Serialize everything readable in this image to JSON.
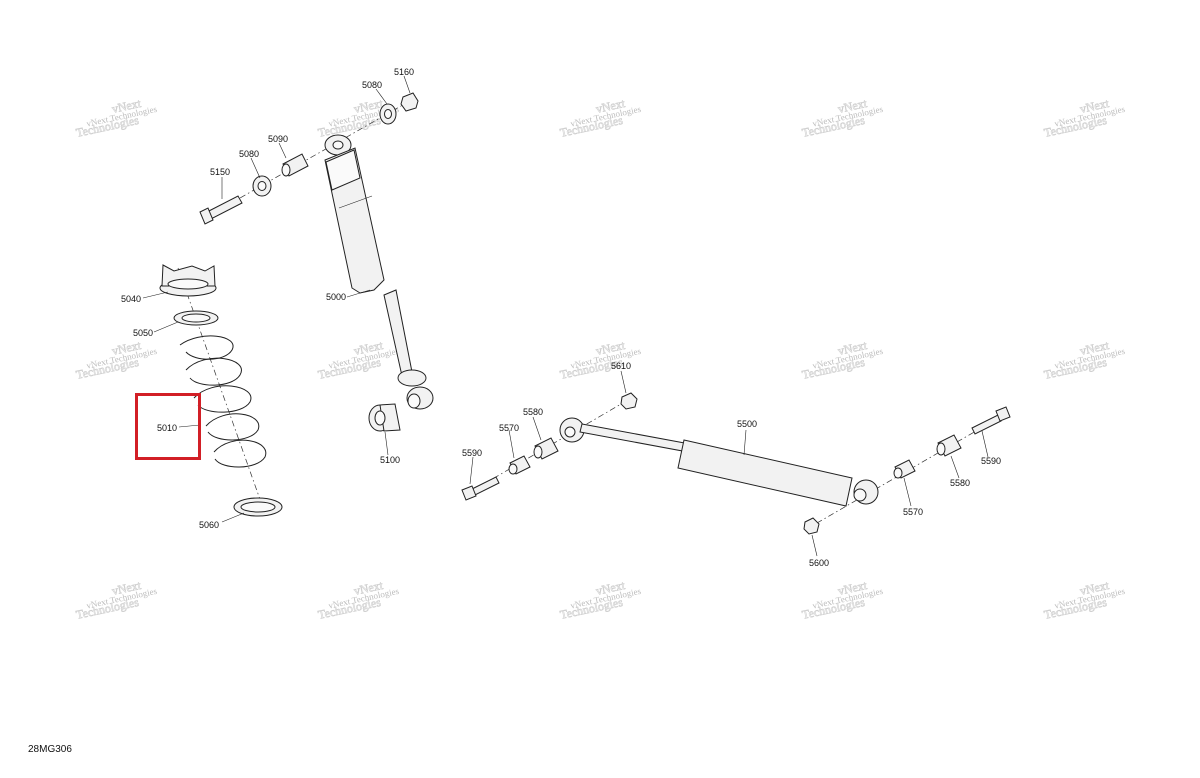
{
  "diagram_code": "28MG306",
  "watermark": {
    "line1": "vNext",
    "line2": "Technologies",
    "full": "vNext Technologies"
  },
  "highlight": {
    "part": "5010",
    "color": "#d21f26"
  },
  "callouts": {
    "p5160": "5160",
    "p5080a": "5080",
    "p5090": "5090",
    "p5080b": "5080",
    "p5150": "5150",
    "p5040": "5040",
    "p5000": "5000",
    "p5050": "5050",
    "p5010": "5010",
    "p5100": "5100",
    "p5060": "5060",
    "p5610": "5610",
    "p5580a": "5580",
    "p5570a": "5570",
    "p5590a": "5590",
    "p5500": "5500",
    "p5590b": "5590",
    "p5580b": "5580",
    "p5570b": "5570",
    "p5600": "5600"
  }
}
